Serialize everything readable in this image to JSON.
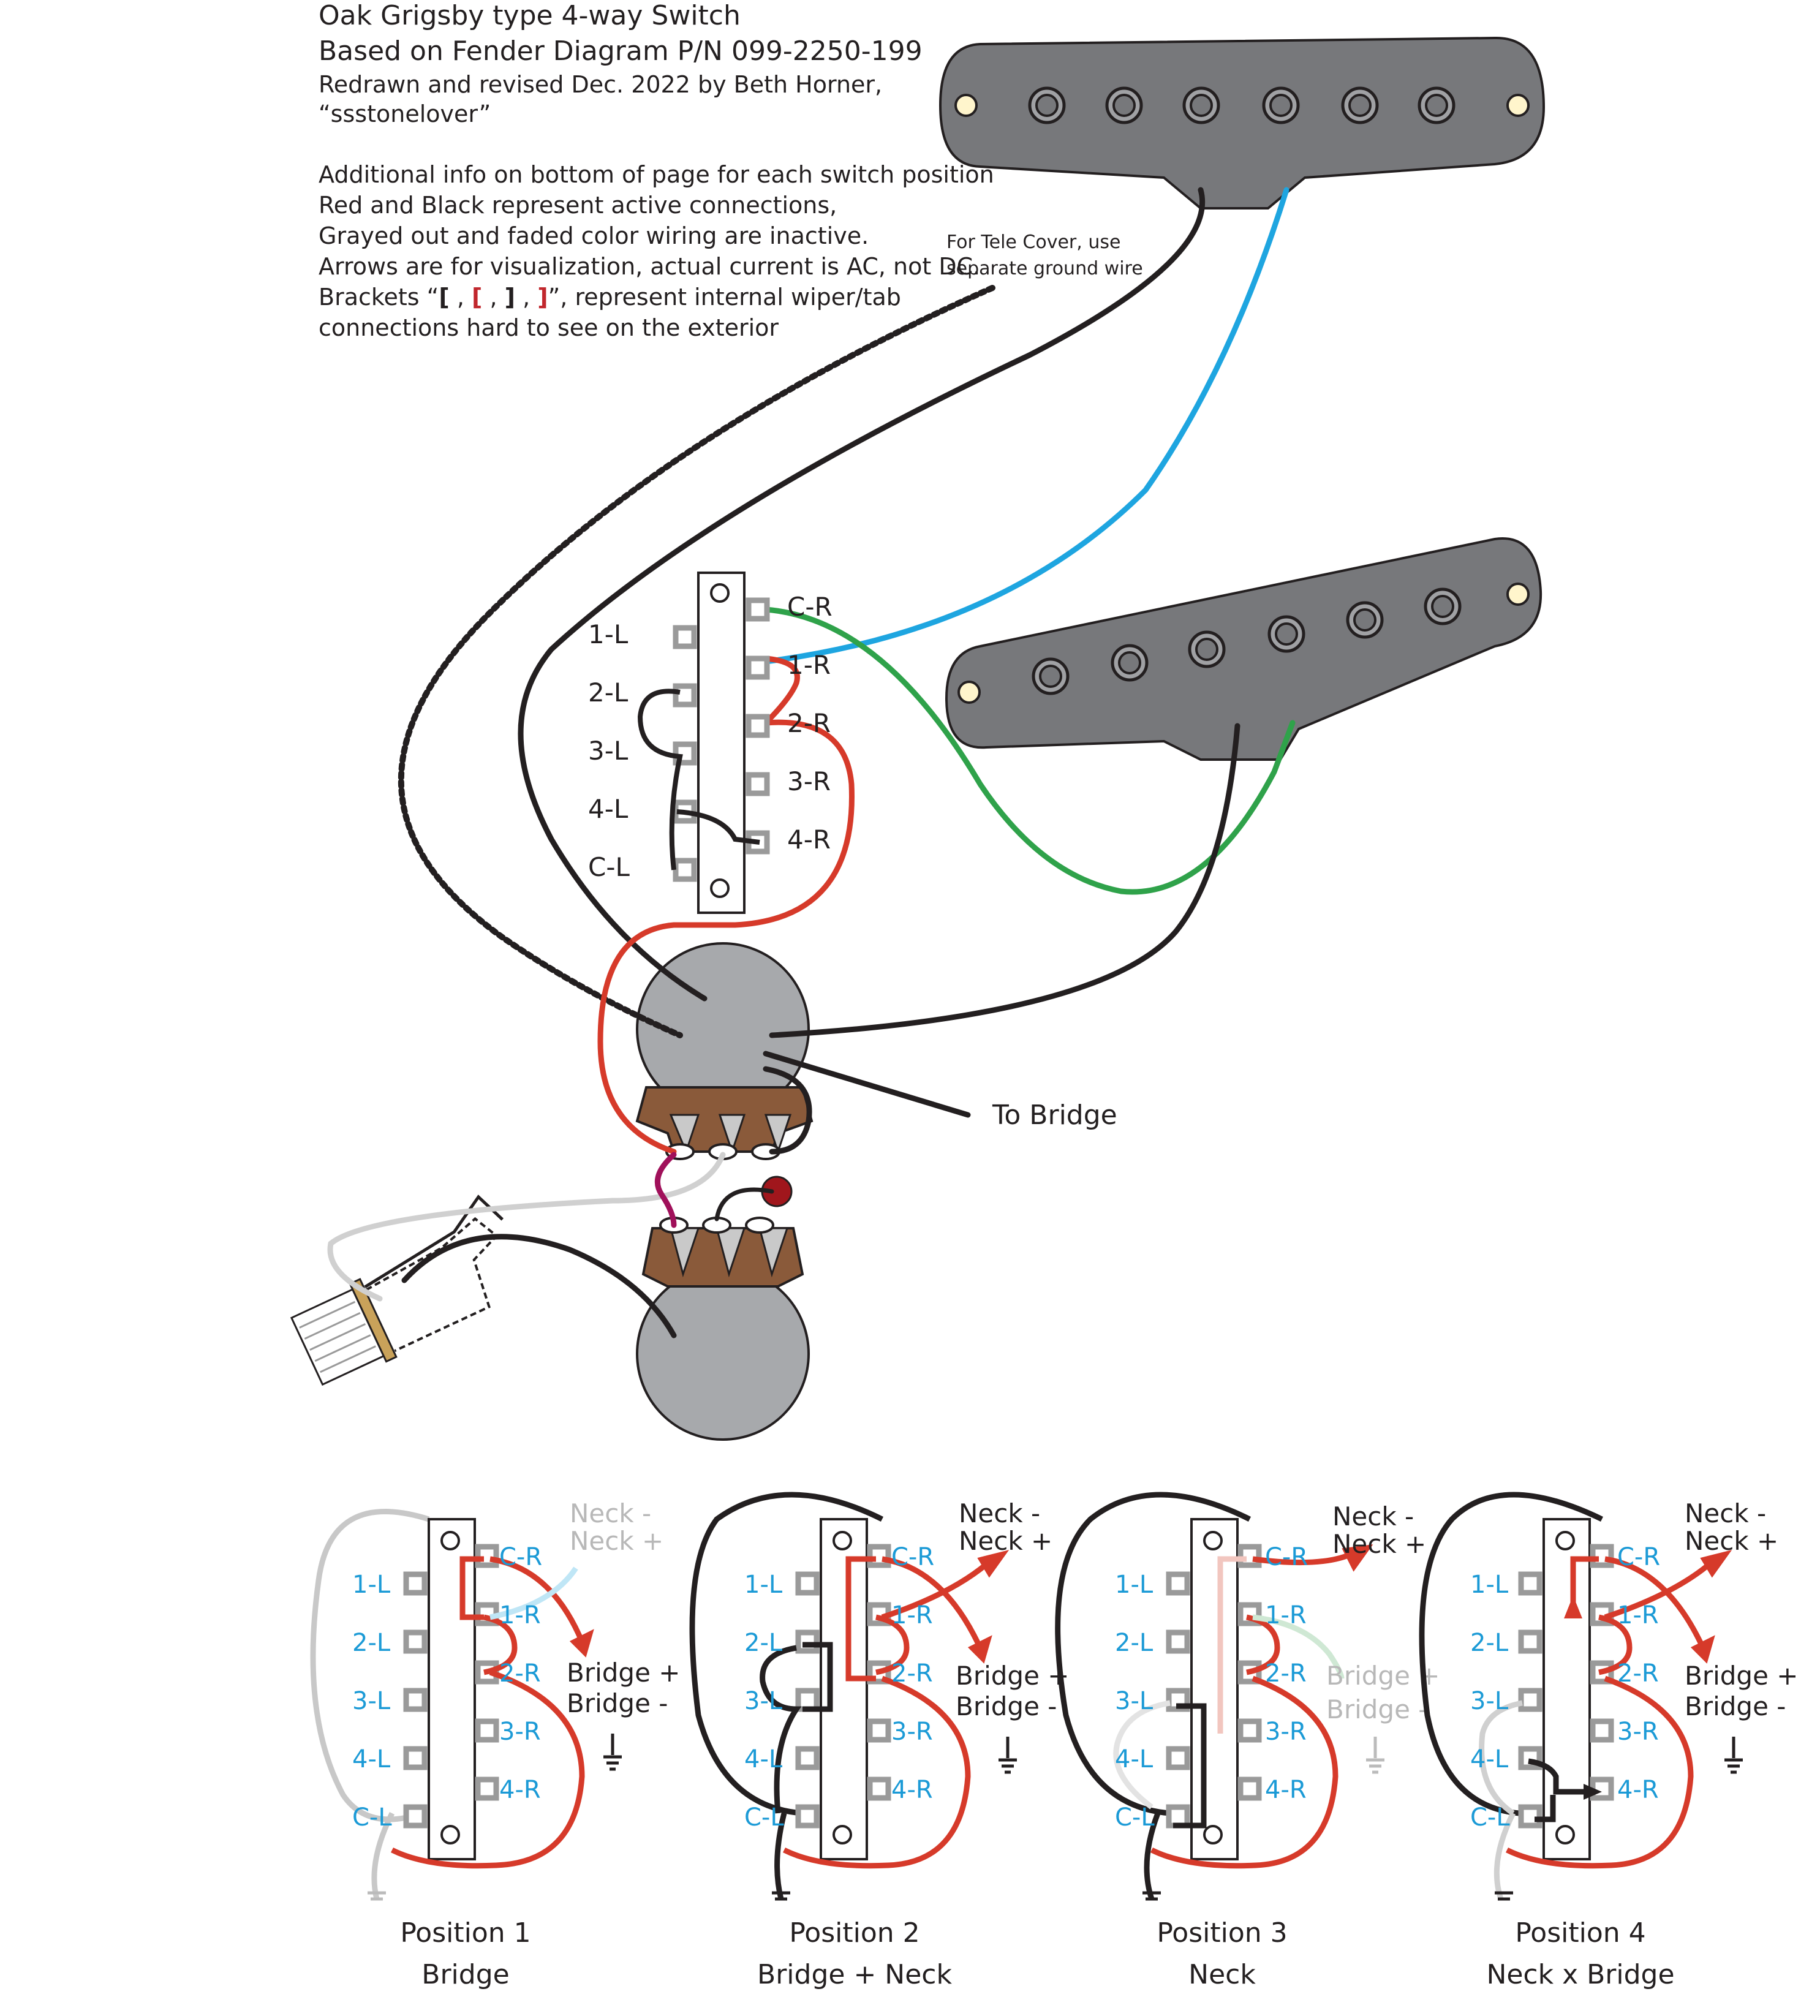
{
  "header": {
    "title": "Oak Grigsby type 4-way Switch",
    "subtitle": "Based on Fender Diagram P/N 099-2250-199",
    "credit_line1": "Redrawn and revised Dec. 2022 by Beth Horner,",
    "credit_line2": "“ssstonelover”",
    "note1": "Additional info on bottom of page for each switch position",
    "note2": "Red and Black represent active connections,",
    "note3": "Grayed out and faded color wiring are inactive.",
    "note4": "Arrows are for visualization, actual current is AC, not DC.",
    "note5_prefix": "Brackets “",
    "note5_b1": "[",
    "note5_sep1": " , ",
    "note5_b2": "[",
    "note5_sep2": " , ",
    "note5_b3": "]",
    "note5_sep3": " , ",
    "note5_b4": "]",
    "note5_suffix": "”, represent internal wiper/tab",
    "note6": "connections hard to see on the exterior"
  },
  "tele_note": {
    "line1": "For Tele Cover, use",
    "line2": "separate ground wire"
  },
  "switch_labels": {
    "c_r": "C-R",
    "r1": "1-R",
    "r2": "2-R",
    "r3": "3-R",
    "r4": "4-R",
    "l1": "1-L",
    "l2": "2-L",
    "l3": "3-L",
    "l4": "4-L",
    "c_l": "C-L"
  },
  "to_bridge": "To Bridge",
  "positions": [
    {
      "title": "Position 1",
      "name": "Bridge",
      "neck_minus": "Neck -",
      "neck_plus": "Neck +",
      "bridge_plus": "Bridge +",
      "bridge_minus": "Bridge -"
    },
    {
      "title": "Position 2",
      "name": "Bridge + Neck",
      "neck_minus": "Neck -",
      "neck_plus": "Neck +",
      "bridge_plus": "Bridge +",
      "bridge_minus": "Bridge -"
    },
    {
      "title": "Position 3",
      "name": "Neck",
      "neck_minus": "Neck -",
      "neck_plus": "Neck +",
      "bridge_plus": "Bridge +",
      "bridge_minus": "Bridge -"
    },
    {
      "title": "Position 4",
      "name": "Neck x Bridge",
      "neck_minus": "Neck -",
      "neck_plus": "Neck +",
      "bridge_plus": "Bridge +",
      "bridge_minus": "Bridge -"
    }
  ],
  "colors": {
    "red": "#d63a2a",
    "black": "#231f20",
    "blue": "#1ea5e0",
    "green": "#2fa24a",
    "purple": "#a0105a",
    "pickup": "#77787b",
    "pot": "#a7a9ac",
    "lug": "#8a5a3a",
    "label_blue": "#1b9ad6",
    "inactive": "#b8b8b8"
  }
}
